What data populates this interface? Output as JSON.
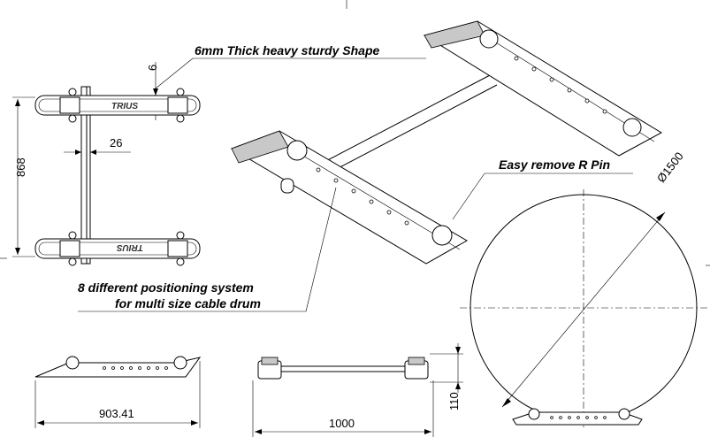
{
  "callouts": {
    "plate_thickness": "6mm Thick heavy sturdy Shape",
    "easy_pin": "Easy remove R Pin",
    "positioning_line1": "8 different positioning system",
    "positioning_line2": "for multi size cable drum"
  },
  "dimensions": {
    "thickness": "6",
    "tube_width": "26",
    "overall_width": "868",
    "diameter": "Ø1500",
    "side_length": "903.41",
    "front_width": "1000",
    "height": "110"
  },
  "brand": {
    "top_label": "TRIUS",
    "bottom_label": "TRIUS"
  }
}
